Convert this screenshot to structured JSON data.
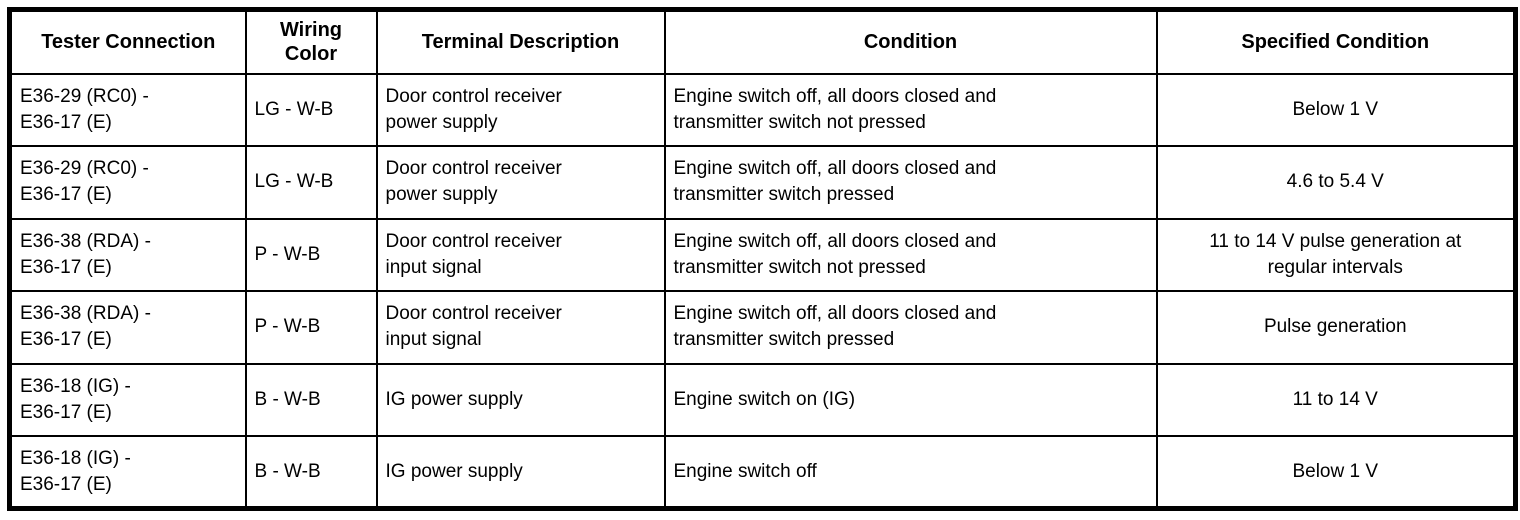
{
  "table": {
    "headers": {
      "tester_connection": "Tester Connection",
      "wiring_color": "Wiring\nColor",
      "terminal_description": "Terminal Description",
      "condition": "Condition",
      "specified_condition": "Specified Condition"
    },
    "rows": [
      [
        "E36-29 (RC0) -\nE36-17 (E)",
        "LG - W-B",
        "Door control receiver\npower supply",
        "Engine switch off, all doors closed and\ntransmitter switch not pressed",
        "Below 1 V"
      ],
      [
        "E36-29 (RC0) -\nE36-17 (E)",
        "LG - W-B",
        "Door control receiver\npower supply",
        "Engine switch off, all doors closed and\ntransmitter switch pressed",
        "4.6 to 5.4 V"
      ],
      [
        "E36-38 (RDA) -\nE36-17 (E)",
        "P - W-B",
        "Door control receiver\ninput signal",
        "Engine switch off, all doors closed and\ntransmitter switch not pressed",
        "11 to 14 V pulse generation at\nregular intervals"
      ],
      [
        "E36-38 (RDA) -\nE36-17 (E)",
        "P - W-B",
        "Door control receiver\ninput signal",
        "Engine switch off, all doors closed and\ntransmitter switch pressed",
        "Pulse generation"
      ],
      [
        "E36-18 (IG) -\nE36-17 (E)",
        "B - W-B",
        "IG power supply",
        "Engine switch on (IG)",
        "11 to 14 V"
      ],
      [
        "E36-18 (IG) -\nE36-17 (E)",
        "B - W-B",
        "IG power supply",
        "Engine switch off",
        "Below 1 V"
      ]
    ],
    "colors": {
      "border": "#000000",
      "text": "#000000",
      "background": "#ffffff"
    }
  }
}
